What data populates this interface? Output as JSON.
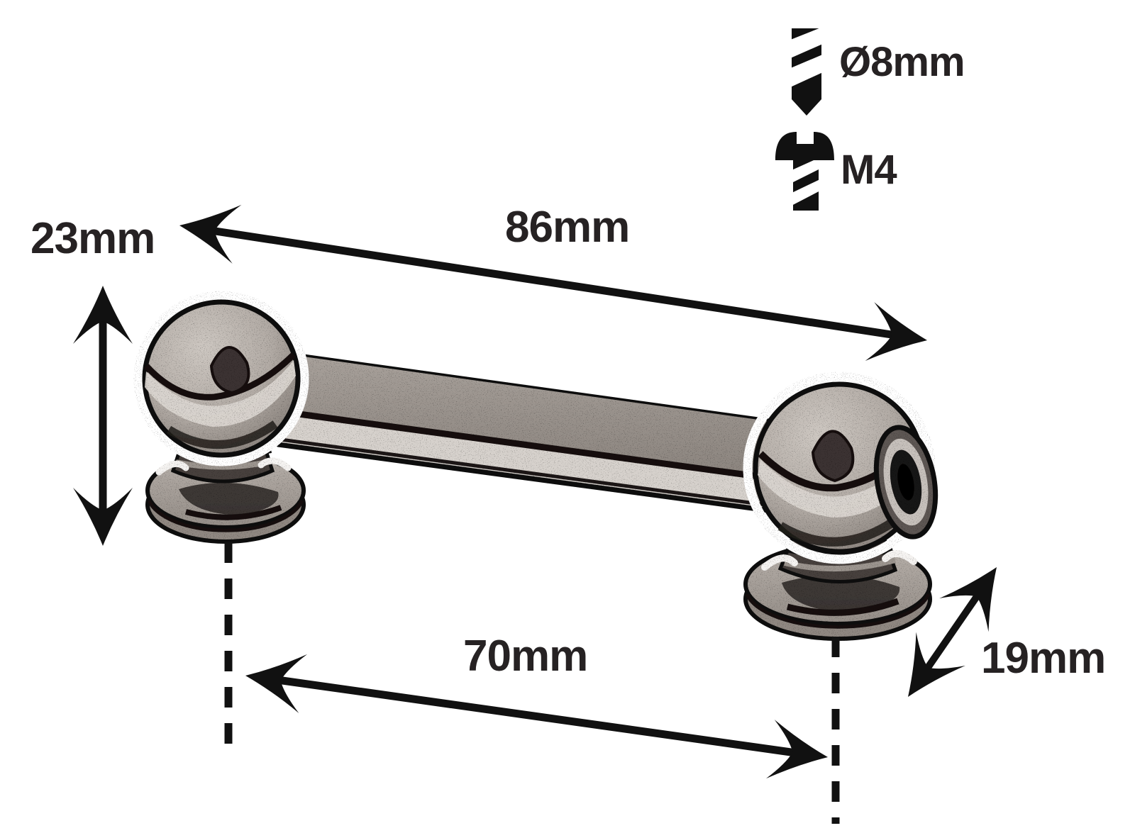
{
  "diagram": {
    "subject": "ball-end tube lug with round flanges",
    "dimensions": {
      "overall_length": "86mm",
      "hole_spacing": "70mm",
      "end_height": "23mm",
      "flange_depth": "19mm"
    },
    "hardware": {
      "drill_diameter": "Ø8mm",
      "screw_thread": "M4"
    },
    "icons": {
      "drill": "drill-bit-icon",
      "screw": "screw-head-icon"
    },
    "colors": {
      "background": "#ffffff",
      "annotation": "#111111",
      "label_text": "#262223",
      "metal_light": "#d9d4cf",
      "metal_mid": "#9a938d",
      "metal_dark": "#46403d",
      "outline": "#0d0d0d"
    }
  }
}
